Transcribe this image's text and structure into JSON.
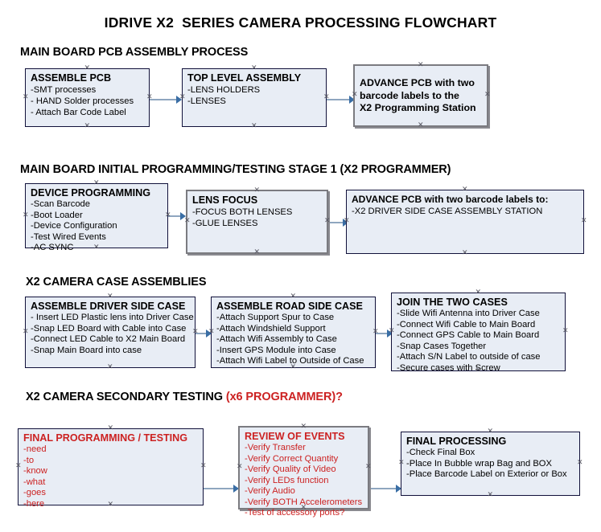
{
  "document": {
    "title": "IDRIVE X2  SERIES CAMERA PROCESSING FLOWCHART"
  },
  "sections": [
    {
      "id": "main-board-pcb-assembly",
      "title": "MAIN BOARD PCB ASSEMBLY PROCESS",
      "title_accent": ""
    },
    {
      "id": "main-board-initial-programming",
      "title": "MAIN BOARD INITIAL PROGRAMMING/TESTING STAGE 1 (X2 PROGRAMMER)",
      "title_accent": ""
    },
    {
      "id": "x2-camera-case-assemblies",
      "title": "X2 CAMERA CASE ASSEMBLIES",
      "title_accent": ""
    },
    {
      "id": "x2-camera-secondary-testing",
      "title": "X2 CAMERA SECONDARY TESTING ",
      "title_accent": "(x6 PROGRAMMER)?"
    }
  ],
  "nodes": {
    "assemble_pcb": {
      "head": "ASSEMBLE PCB",
      "lines": [
        " -SMT processes",
        "- HAND Solder processes",
        "- Attach Bar Code Label"
      ]
    },
    "top_level_assembly": {
      "head": "TOP LEVEL ASSEMBLY",
      "lines": [
        "-LENS HOLDERS",
        "-LENSES"
      ]
    },
    "advance_pcb_programming_station": {
      "lines": [
        "ADVANCE PCB with two",
        "barcode labels to the",
        " X2 Programming Station"
      ]
    },
    "device_programming": {
      "head": "DEVICE PROGRAMMING",
      "lines": [
        "-Scan Barcode",
        "-Boot Loader",
        "-Device Configuration",
        "-Test Wired Events",
        "-AC SYNC"
      ]
    },
    "lens_focus": {
      "head": "LENS FOCUS",
      "lines": [
        "-FOCUS BOTH LENSES",
        "-GLUE LENSES"
      ]
    },
    "advance_pcb_driver_side": {
      "head": "ADVANCE PCB with two barcode labels to:",
      "lines": [
        "-X2 DRIVER  SIDE  CASE  ASSEMBLY STATION"
      ]
    },
    "assemble_driver_side_case": {
      "head": "ASSEMBLE DRIVER SIDE CASE",
      "lines": [
        "- Insert LED Plastic lens into Driver Case",
        "-Snap LED Board with Cable into Case",
        "-Connect LED Cable to X2 Main Board",
        "-Snap Main Board into case"
      ]
    },
    "assemble_road_side_case": {
      "head": "ASSEMBLE ROAD SIDE CASE",
      "lines": [
        "-Attach Support Spur to Case",
        "-Attach Windshield Support",
        "-Attach Wifi Assembly to Case",
        "-Insert GPS Module into Case",
        "-Attach Wifi Label to Outside of Case"
      ]
    },
    "join_the_two_cases": {
      "head": "JOIN THE TWO CASES",
      "lines": [
        "-Slide Wifi Antenna into Driver Case",
        "-Connect Wifi Cable to Main Board",
        "-Connect GPS Cable to Main Board",
        "-Snap Cases Together",
        "-Attach S/N Label to outside of case",
        "-Secure cases with Screw"
      ]
    },
    "final_programming_testing": {
      "head": "FINAL PROGRAMMING / TESTING",
      "lines": [
        "-need",
        "-to",
        "-know",
        "-what",
        "-goes",
        "-here"
      ]
    },
    "review_of_events": {
      "head": "REVIEW OF EVENTS",
      "lines": [
        "-Verify Transfer",
        "-Verify Correct Quantity",
        "-Verify Quality of Video",
        "-Verify LEDs function",
        "-Verify Audio",
        "-Verify BOTH Accelerometers"
      ],
      "overflow_line": "-Test of accessory ports?"
    },
    "final_processing": {
      "head": "FINAL PROCESSING",
      "lines": [
        " -Check Final Box",
        "-Place In Bubble wrap Bag and BOX",
        "-Place Barcode Label on Exterior or Box"
      ]
    }
  },
  "colors": {
    "box_fill": "#e8edf5",
    "border_navy": "#11113a",
    "border_gray": "#7b7b80",
    "connector": "#8fa6bf",
    "arrowhead": "#3a6ea5",
    "accent_red": "#CC2222",
    "text": "#000000"
  }
}
